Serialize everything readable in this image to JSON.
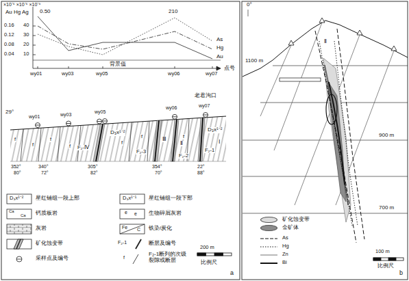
{
  "diagram": {
    "labels": [
      "×10⁻⁶ ×10⁻⁶ ×10⁻⁹",
      "Au Hg Ag",
      "0.50",
      "0.16",
      "40",
      "0.12",
      "30",
      "0.08",
      "20",
      "0.04",
      "10",
      "210",
      "As",
      "Hg",
      "Au",
      "背景值",
      "wy01",
      "wy03",
      "wy05",
      "wy06",
      "wy07",
      "点号",
      "29°",
      "老君沟口",
      "wy01",
      "wy03",
      "wy05",
      "wy06",
      "wy07",
      "f",
      "f",
      "f",
      "f",
      "f",
      "f",
      "f",
      "F₂-Ⅳ",
      "F₂-3",
      "Ⅲ",
      "F₂-2",
      "Ⅱ",
      "F₂-1",
      "Ⅰ",
      "D₃x¹⁻²",
      "D₃x¹⁻²",
      "352°",
      "80°",
      "340°",
      "72°",
      "305°",
      "82°",
      "354°",
      "70°",
      "22°",
      "88°",
      "D₃x¹⁻²",
      "Ca",
      "Ca",
      "D₃x¹⁻¹",
      "e",
      "e",
      "Fe",
      "C",
      "F₂-1",
      "f",
      "200 m",
      "比例尺",
      "a",
      "0°",
      "1100 m",
      "900 m",
      "700 m",
      "Ⅱ",
      "100 m",
      "比例尺",
      "b"
    ],
    "legend": [
      {
        "text": "星红铺组一段上部"
      },
      {
        "text": "钙质板岩"
      },
      {
        "text": "灰岩"
      },
      {
        "text": "矿化蚀变带"
      },
      {
        "text": "采样点及编号"
      },
      {
        "text": "星红铺组一段下部"
      },
      {
        "text": "生物碎屑灰岩"
      },
      {
        "text": "铁染/炭化"
      },
      {
        "text": "断层及编号"
      },
      {
        "text": "F₂-1断列的次级裂隙或断层"
      },
      {
        "text": "矿化蚀变带",
        "color": "#dcdcdc"
      },
      {
        "text": "金矿体",
        "color": "#8c8c8c"
      },
      {
        "text": "As"
      },
      {
        "text": "Hg"
      },
      {
        "text": "Zn"
      },
      {
        "text": "Bi"
      }
    ]
  }
}
